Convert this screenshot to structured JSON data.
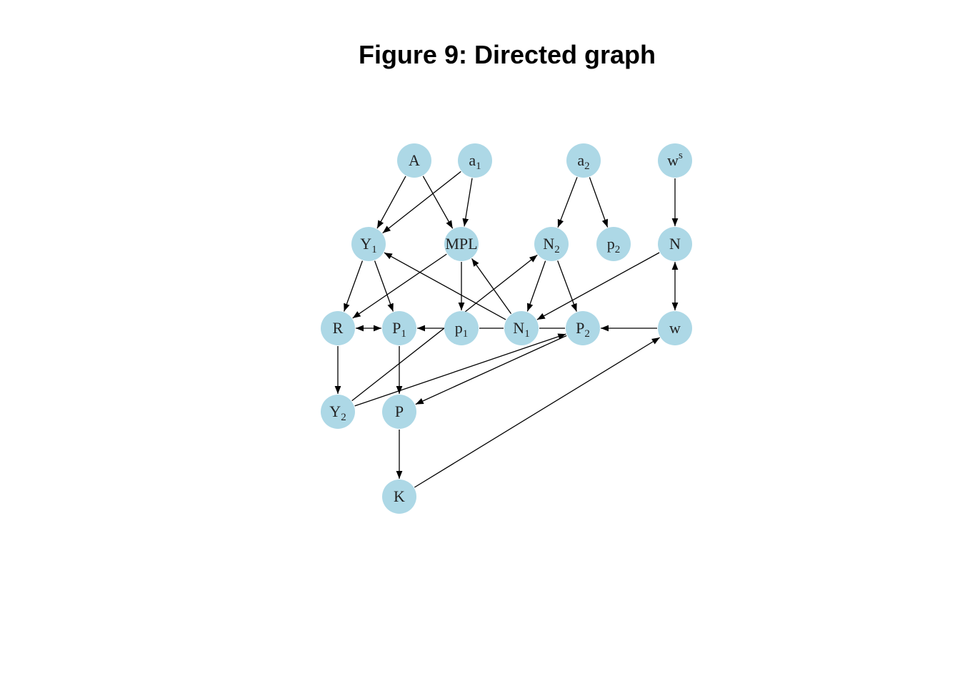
{
  "title": "Figure 9: Directed graph",
  "colors": {
    "node_fill": "#add8e6",
    "edge": "#000000"
  },
  "nodes": [
    {
      "id": "A",
      "base": "A",
      "sub": ""
    },
    {
      "id": "a1",
      "base": "a",
      "sub": "1"
    },
    {
      "id": "a2",
      "base": "a",
      "sub": "2"
    },
    {
      "id": "ws",
      "base": "w",
      "sup": "s"
    },
    {
      "id": "Y1",
      "base": "Y",
      "sub": "1"
    },
    {
      "id": "MPL",
      "base": "MPL",
      "sub": ""
    },
    {
      "id": "N2",
      "base": "N",
      "sub": "2"
    },
    {
      "id": "p2",
      "base": "p",
      "sub": "2"
    },
    {
      "id": "N",
      "base": "N",
      "sub": ""
    },
    {
      "id": "R",
      "base": "R",
      "sub": ""
    },
    {
      "id": "P1",
      "base": "P",
      "sub": "1"
    },
    {
      "id": "p1",
      "base": "p",
      "sub": "1"
    },
    {
      "id": "N1",
      "base": "N",
      "sub": "1"
    },
    {
      "id": "P2",
      "base": "P",
      "sub": "2"
    },
    {
      "id": "w",
      "base": "w",
      "sub": ""
    },
    {
      "id": "Y2",
      "base": "Y",
      "sub": "2"
    },
    {
      "id": "P",
      "base": "P",
      "sub": ""
    },
    {
      "id": "K",
      "base": "K",
      "sub": ""
    }
  ],
  "edges": [
    {
      "from": "A",
      "to": "Y1",
      "type": "directed"
    },
    {
      "from": "A",
      "to": "MPL",
      "type": "directed"
    },
    {
      "from": "a1",
      "to": "Y1",
      "type": "directed"
    },
    {
      "from": "a1",
      "to": "MPL",
      "type": "directed"
    },
    {
      "from": "a2",
      "to": "N2",
      "type": "directed"
    },
    {
      "from": "a2",
      "to": "p2",
      "type": "directed"
    },
    {
      "from": "ws",
      "to": "N",
      "type": "directed"
    },
    {
      "from": "Y1",
      "to": "R",
      "type": "directed"
    },
    {
      "from": "Y1",
      "to": "P1",
      "type": "directed"
    },
    {
      "from": "MPL",
      "to": "R",
      "type": "directed"
    },
    {
      "from": "MPL",
      "to": "p1",
      "type": "directed"
    },
    {
      "from": "N1",
      "to": "Y1",
      "type": "directed"
    },
    {
      "from": "N1",
      "to": "MPL",
      "type": "directed"
    },
    {
      "from": "N2",
      "to": "N1",
      "type": "directed"
    },
    {
      "from": "N2",
      "to": "P2",
      "type": "directed"
    },
    {
      "from": "N",
      "to": "N1",
      "type": "directed"
    },
    {
      "from": "N",
      "to": "w",
      "type": "bidirected"
    },
    {
      "from": "R",
      "to": "P1",
      "type": "bidirected"
    },
    {
      "from": "p1",
      "to": "P1",
      "type": "directed"
    },
    {
      "from": "p1",
      "to": "N1",
      "type": "undirected"
    },
    {
      "from": "N1",
      "to": "P2",
      "type": "undirected"
    },
    {
      "from": "w",
      "to": "P2",
      "type": "directed"
    },
    {
      "from": "R",
      "to": "Y2",
      "type": "directed"
    },
    {
      "from": "P1",
      "to": "P",
      "type": "directed"
    },
    {
      "from": "Y2",
      "to": "N2",
      "type": "directed"
    },
    {
      "from": "Y2",
      "to": "P2",
      "type": "directed"
    },
    {
      "from": "P2",
      "to": "P",
      "type": "directed"
    },
    {
      "from": "P",
      "to": "K",
      "type": "directed"
    },
    {
      "from": "K",
      "to": "w",
      "type": "directed"
    }
  ]
}
